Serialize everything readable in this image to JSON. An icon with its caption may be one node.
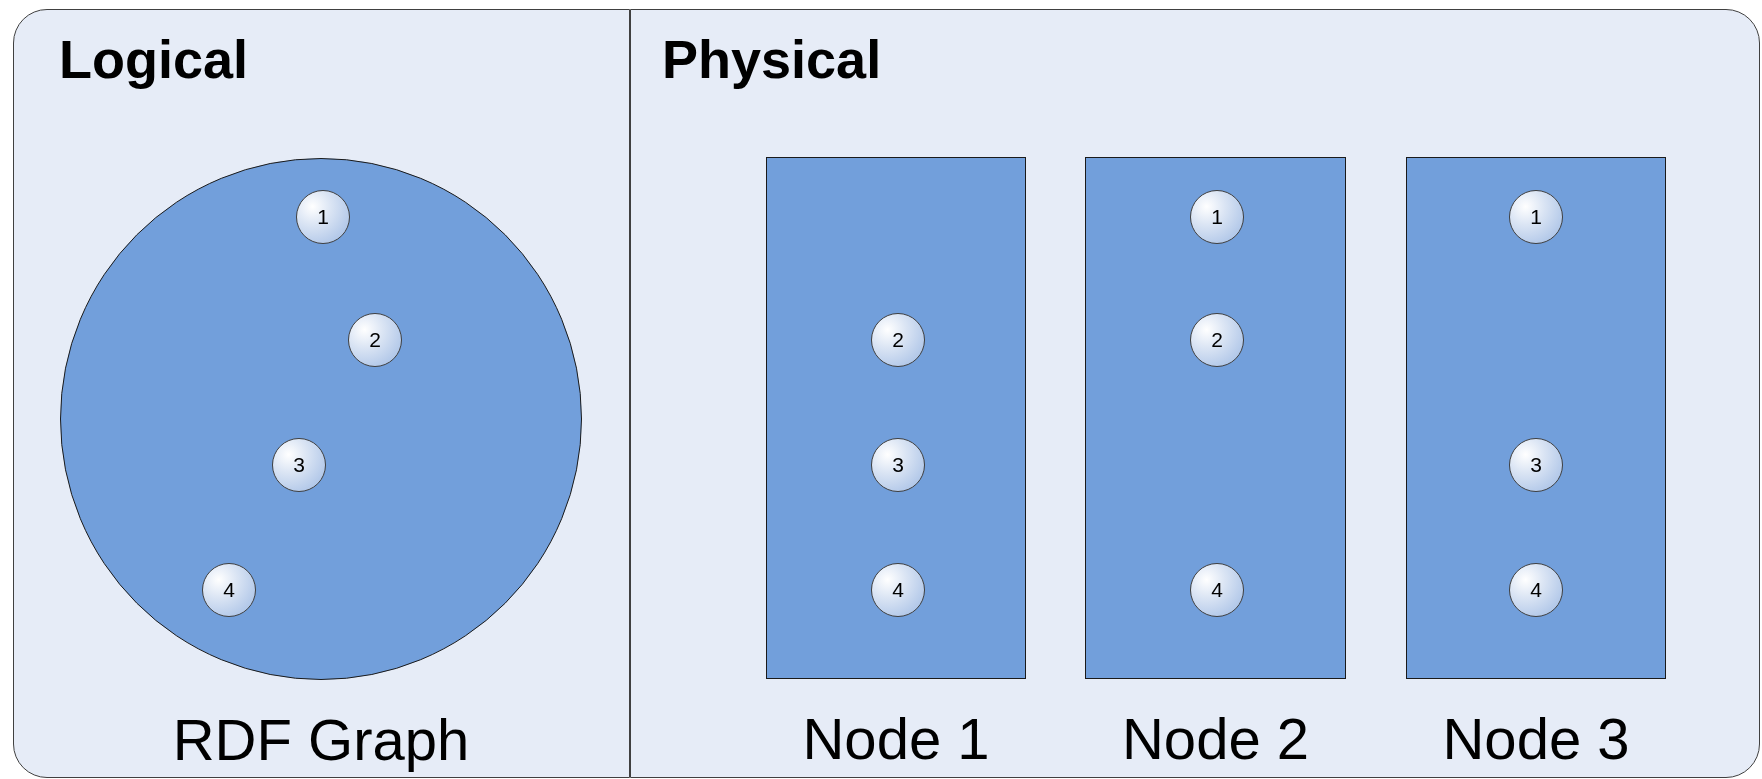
{
  "diagram": {
    "nodes": [
      {
        "text": [
          "Logical"
        ]
      },
      {
        "text": [
          "RDF Graph"
        ],
        "in": 0
      },
      {
        "text": [
          "1"
        ],
        "in": 1
      },
      {
        "text": [
          "2"
        ],
        "in": 1
      },
      {
        "text": [
          "3"
        ],
        "in": 1
      },
      {
        "text": [
          "4"
        ],
        "in": 1
      },
      {
        "text": [
          "Physical"
        ]
      },
      {
        "text": [
          "Node 1"
        ],
        "in": 6
      },
      {
        "text": [
          "2"
        ],
        "in": 7
      },
      {
        "text": [
          "3"
        ],
        "in": 7
      },
      {
        "text": [
          "4"
        ],
        "in": 7
      },
      {
        "text": [
          "Node 2"
        ],
        "in": 6
      },
      {
        "text": [
          "1"
        ],
        "in": 11
      },
      {
        "text": [
          "2"
        ],
        "in": 11
      },
      {
        "text": [
          "4"
        ],
        "in": 11
      },
      {
        "text": [
          "Node 3"
        ],
        "in": 6
      },
      {
        "text": [
          "1"
        ],
        "in": 15
      },
      {
        "text": [
          "3"
        ],
        "in": 15
      },
      {
        "text": [
          "4"
        ],
        "in": 15
      }
    ]
  }
}
